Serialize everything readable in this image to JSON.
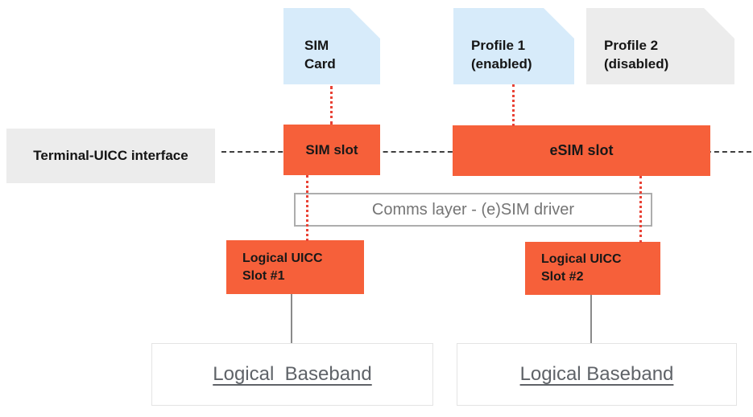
{
  "colors": {
    "orange": "#F6603A",
    "light_blue": "#D7EBFA",
    "light_gray": "#ECECEC",
    "red_dotted": "#E94235",
    "connector_gray": "#8A8A8A"
  },
  "nodes": {
    "sim_card": {
      "label": "SIM\nCard"
    },
    "profile_1": {
      "label": "Profile 1\n(enabled)"
    },
    "profile_2": {
      "label": "Profile 2\n(disabled)"
    },
    "terminal_uicc_interface": {
      "label": "Terminal-UICC interface"
    },
    "sim_slot": {
      "label": "SIM slot"
    },
    "esim_slot": {
      "label": "eSIM slot"
    },
    "comms_layer": {
      "label": "Comms layer - (e)SIM driver"
    },
    "logical_uicc_slot_1": {
      "label": "Logical UICC\nSlot #1"
    },
    "logical_uicc_slot_2": {
      "label": "Logical UICC\nSlot #2"
    },
    "logical_baseband_1": {
      "label": "Logical  Baseband"
    },
    "logical_baseband_2": {
      "label": "Logical Baseband"
    }
  }
}
